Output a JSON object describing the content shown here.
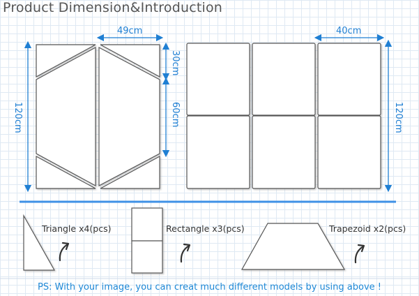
{
  "title": "Product Dimension&Introduction",
  "dimensions": {
    "hex_width": "49cm",
    "rect_width": "40cm",
    "top_segment": "30cm",
    "mid_segment": "60cm",
    "left_height": "120cm",
    "right_height": "120cm"
  },
  "pieces": {
    "triangle": "Triangle x4(pcs)",
    "rectangle": "Rectangle x3(pcs)",
    "trapezoid": "Trapezoid x2(pcs)"
  },
  "footnote": "PS: With your image, you can creat much different models by using above !",
  "colors": {
    "accent_blue": "#1f7fd3",
    "divider_blue": "#3f91e6",
    "panel_border": "#555555",
    "panel_shadow": "#b8b8b8"
  },
  "icons": [
    "curved-arrow-icon"
  ]
}
